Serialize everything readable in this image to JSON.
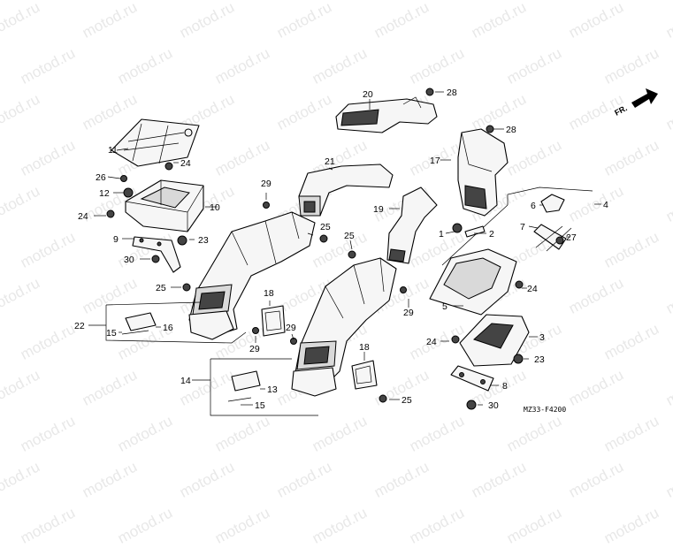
{
  "watermark": "motod.ru",
  "diagram_code": "MZ33-F4200",
  "direction_label": "FR.",
  "labels": {
    "l1": "1",
    "l2": "2",
    "l3": "3",
    "l4": "4",
    "l5": "5",
    "l6": "6",
    "l7": "7",
    "l8": "8",
    "l9": "9",
    "l10": "10",
    "l11": "11",
    "l12": "12",
    "l13": "13",
    "l14": "14",
    "l15": "15",
    "l16": "16",
    "l17": "17",
    "l18": "18",
    "l19": "19",
    "l20": "20",
    "l21": "21",
    "l22": "22",
    "l23": "23",
    "l24": "24",
    "l25": "25",
    "l26": "26",
    "l27": "27",
    "l28": "28",
    "l29": "29",
    "l30": "30"
  }
}
